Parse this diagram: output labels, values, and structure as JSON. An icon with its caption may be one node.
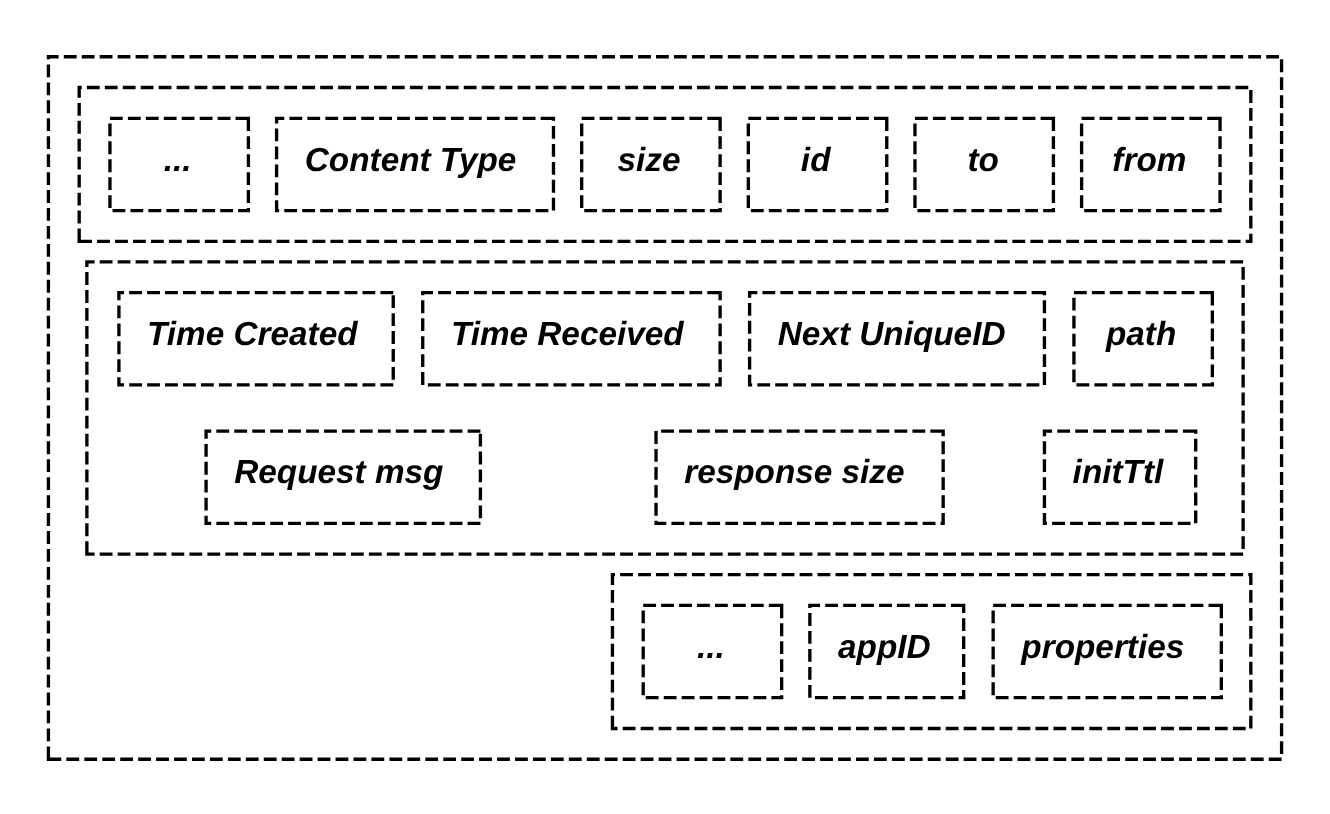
{
  "diagram": {
    "nodes": [
      {
        "text": [],
        "shape": "box"
      },
      {
        "text": [],
        "shape": "box",
        "in": 0
      },
      {
        "text": [
          "from"
        ],
        "in": 1
      },
      {
        "text": [
          "to"
        ],
        "in": 1
      },
      {
        "text": [
          "id"
        ],
        "in": 1
      },
      {
        "text": [
          "size"
        ],
        "in": 1
      },
      {
        "text": [
          "Content Type"
        ],
        "in": 1
      },
      {
        "text": [
          "..."
        ],
        "in": 1
      },
      {
        "text": [],
        "shape": "box",
        "in": 0
      },
      {
        "text": [
          "path"
        ],
        "in": 8
      },
      {
        "text": [
          "Next UniqueID"
        ],
        "in": 8
      },
      {
        "text": [
          "Time Received"
        ],
        "in": 8
      },
      {
        "text": [
          "Time Created"
        ],
        "in": 8
      },
      {
        "text": [
          "initTtl"
        ],
        "in": 8
      },
      {
        "text": [
          "response size"
        ],
        "in": 8
      },
      {
        "text": [
          "Request msg"
        ],
        "in": 8
      },
      {
        "text": [],
        "shape": "box",
        "in": 0
      },
      {
        "text": [
          "properties"
        ],
        "in": 16
      },
      {
        "text": [
          "appID"
        ],
        "in": 16
      },
      {
        "text": [
          "..."
        ],
        "in": 16
      }
    ]
  }
}
